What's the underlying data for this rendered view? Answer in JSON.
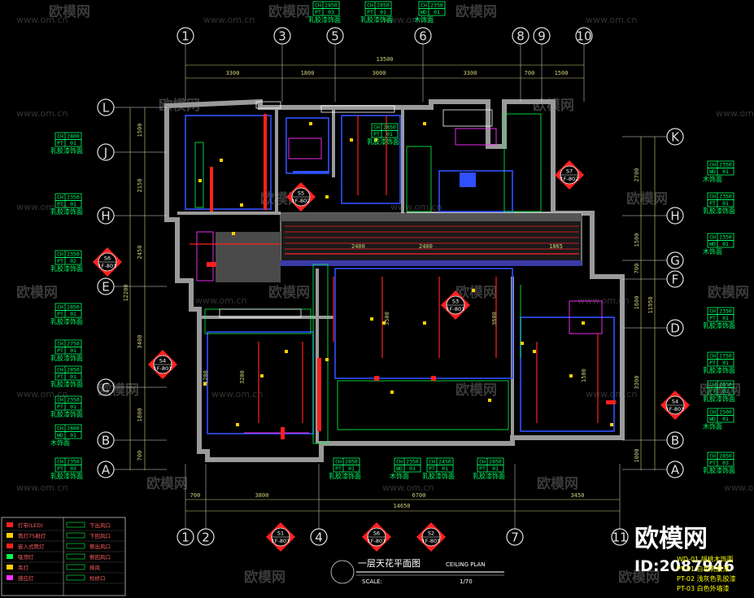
{
  "title": {
    "main": "一层天花平面图",
    "english": "CEILING PLAN",
    "scale_label": "SCALE:",
    "scale_value": "1/70"
  },
  "watermark": {
    "brand": "欧模网",
    "url": "www.om.cn",
    "id_text": "ID:2087946"
  },
  "axes_top": [
    "1",
    "3",
    "5",
    "6",
    "8",
    "9",
    "10"
  ],
  "axes_bottom": [
    "1",
    "2",
    "4",
    "7",
    "11"
  ],
  "axes_left": [
    "L",
    "J",
    "H",
    "E",
    "C",
    "B",
    "A"
  ],
  "axes_right": [
    "K",
    "H",
    "G",
    "F",
    "D",
    "B",
    "A"
  ],
  "dims_top": {
    "total": "13500",
    "segments": [
      "3300",
      "1800",
      "3000",
      "3300",
      "700",
      "1500"
    ]
  },
  "dims_bottom": {
    "total": "14650",
    "segments": [
      "700",
      "3800",
      "6700",
      "3450"
    ]
  },
  "dims_left": {
    "total": "12200",
    "segments": [
      "1500",
      "2150",
      "2450",
      "3400",
      "1800",
      "700"
    ]
  },
  "dims_right": {
    "total": "11950",
    "segments": [
      "2700",
      "1500",
      "700",
      "1600",
      "3300",
      "1000"
    ]
  },
  "dims_internal": [
    "2400",
    "2400",
    "1865",
    "3500",
    "3600",
    "1500",
    "3200",
    "1200"
  ],
  "tags": [
    {
      "id": "t1",
      "rows": [
        [
          "CH",
          "2850"
        ],
        [
          "PT",
          "03"
        ]
      ],
      "desc": "乳胶漆饰面"
    },
    {
      "id": "t2",
      "rows": [
        [
          "CH",
          "2850"
        ],
        [
          "PT",
          "01"
        ]
      ],
      "desc": "乳胶漆饰面"
    },
    {
      "id": "t3",
      "rows": [
        [
          "CH",
          "2350"
        ],
        [
          "WD",
          "01"
        ]
      ],
      "desc": "木饰面"
    },
    {
      "id": "t4",
      "rows": [
        [
          "CH",
          "2850"
        ],
        [
          "PT",
          "01"
        ]
      ],
      "desc": "乳胶漆饰面"
    },
    {
      "id": "t5",
      "rows": [
        [
          "CH",
          "2800"
        ],
        [
          "PT",
          "01"
        ]
      ],
      "desc": "乳胶漆饰面"
    },
    {
      "id": "t6",
      "rows": [
        [
          "CH",
          "2350"
        ],
        [
          "PT",
          "01"
        ]
      ],
      "desc": "乳胶漆饰面"
    },
    {
      "id": "t7",
      "rows": [
        [
          "CH",
          "2350"
        ],
        [
          "PT",
          "02"
        ]
      ],
      "desc": "乳胶漆饰面"
    },
    {
      "id": "t8",
      "rows": [
        [
          "CH",
          "2850"
        ],
        [
          "PT",
          "01"
        ]
      ],
      "desc": "乳胶漆饰面"
    },
    {
      "id": "t9",
      "rows": [
        [
          "CH",
          "2750"
        ],
        [
          "PT",
          "01"
        ]
      ],
      "desc": "乳胶漆饰面"
    },
    {
      "id": "t10",
      "rows": [
        [
          "CH",
          "2850"
        ],
        [
          "PT",
          "01"
        ]
      ],
      "desc": "乳胶漆饰面"
    },
    {
      "id": "t11",
      "rows": [
        [
          "CH",
          "2350"
        ],
        [
          "PT",
          "01"
        ]
      ],
      "desc": "乳胶漆饰面"
    },
    {
      "id": "t12",
      "rows": [
        [
          "CH",
          "2800"
        ],
        [
          "WD",
          "01"
        ]
      ],
      "desc": "木饰面"
    },
    {
      "id": "t13",
      "rows": [
        [
          "CH",
          "2350"
        ],
        [
          "PT",
          "03"
        ]
      ],
      "desc": "乳胶漆饰面"
    },
    {
      "id": "t14",
      "rows": [
        [
          "CH",
          "2350"
        ],
        [
          "WD",
          "01"
        ]
      ],
      "desc": "木饰面"
    },
    {
      "id": "t15",
      "rows": [
        [
          "CH",
          "2350"
        ],
        [
          "PT",
          "01"
        ]
      ],
      "desc": "乳胶漆饰面"
    },
    {
      "id": "t16",
      "rows": [
        [
          "CH",
          "2350"
        ],
        [
          "PT",
          "01"
        ]
      ],
      "desc": "乳胶漆饰面"
    },
    {
      "id": "t17",
      "rows": [
        [
          "CH",
          "2750"
        ],
        [
          "PT",
          "01"
        ]
      ],
      "desc": "乳胶漆饰面"
    },
    {
      "id": "t18",
      "rows": [
        [
          "CH",
          "2650"
        ],
        [
          "PT",
          "01"
        ]
      ],
      "desc": "乳胶漆饰面"
    },
    {
      "id": "t19",
      "rows": [
        [
          "CH",
          "2500"
        ],
        [
          "WD",
          "01"
        ]
      ],
      "desc": "木饰面"
    },
    {
      "id": "t20",
      "rows": [
        [
          "CH",
          "2850"
        ],
        [
          "PT",
          "03"
        ]
      ],
      "desc": "乳胶漆饰面"
    },
    {
      "id": "t21",
      "rows": [
        [
          "CH",
          "2850"
        ],
        [
          "PT",
          "01"
        ]
      ],
      "desc": "乳胶漆饰面"
    },
    {
      "id": "t22",
      "rows": [
        [
          "CH",
          "2350"
        ],
        [
          "WD",
          "01"
        ]
      ],
      "desc": "木饰面"
    },
    {
      "id": "t23",
      "rows": [
        [
          "CH",
          "2450"
        ],
        [
          "PT",
          "01"
        ]
      ],
      "desc": "乳胶漆饰面"
    },
    {
      "id": "t24",
      "rows": [
        [
          "CH",
          "2850"
        ],
        [
          "PT",
          "01"
        ]
      ],
      "desc": "乳胶漆饰面"
    }
  ],
  "sections": [
    {
      "id": "S1",
      "sheet": "1F-801"
    },
    {
      "id": "S2",
      "sheet": "1F-801"
    },
    {
      "id": "S3",
      "sheet": "1F-801"
    },
    {
      "id": "S4",
      "sheet": "1F-801"
    },
    {
      "id": "S4b",
      "label": "S4",
      "sheet": "1F-801"
    },
    {
      "id": "S5",
      "sheet": "1F-802"
    },
    {
      "id": "S6",
      "sheet": "1F-801"
    },
    {
      "id": "S6b",
      "label": "S6",
      "sheet": "1F-801"
    },
    {
      "id": "S7",
      "sheet": "1F-802"
    }
  ],
  "legend": [
    {
      "label": "灯带(LED)",
      "right": "下出风口"
    },
    {
      "label": "筒灯75射灯",
      "right": "下回风口"
    },
    {
      "label": "嵌入式筒灯",
      "right": "侧出风口"
    },
    {
      "label": "吸顶灯",
      "right": "侧回风口"
    },
    {
      "label": "吊灯",
      "right": "排风"
    },
    {
      "label": "感应灯",
      "right": "检修口"
    }
  ],
  "materials_note": [
    "WD-01  胡桃木饰面",
    "PT-01  白色乳胶漆",
    "PT-02  浅灰色乳胶漆",
    "PT-03  白色外墙漆"
  ]
}
